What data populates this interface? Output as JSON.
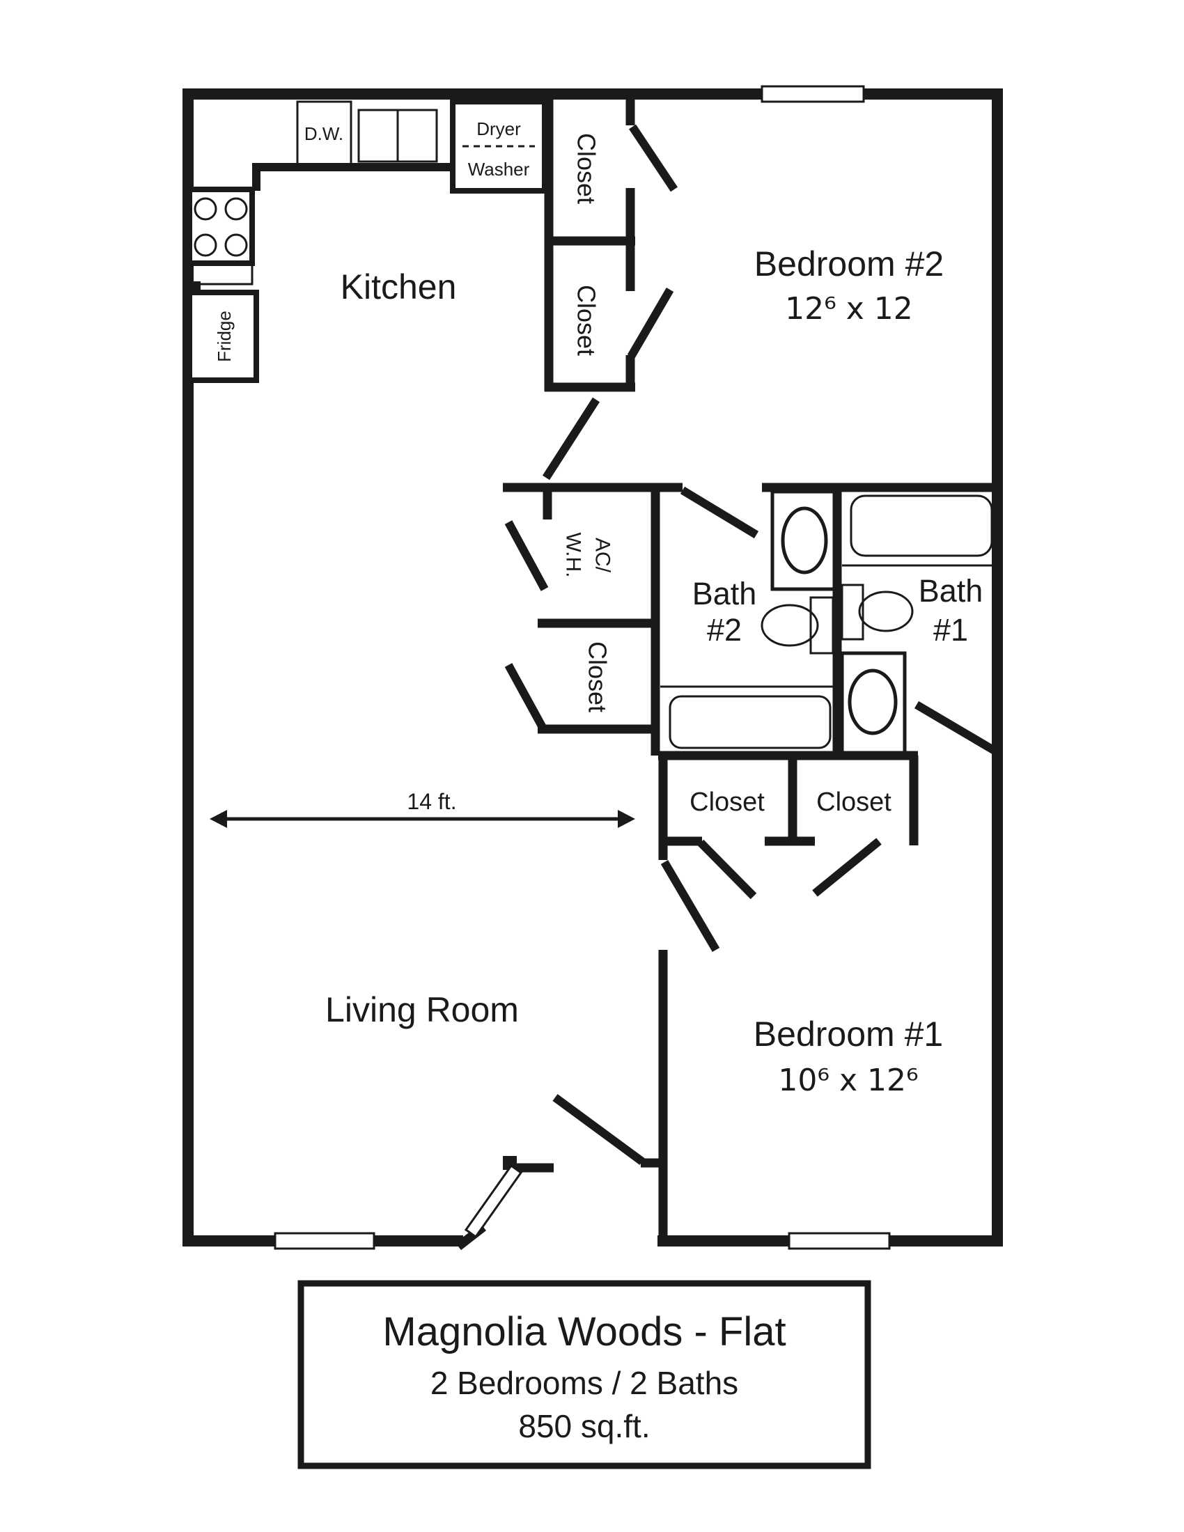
{
  "colors": {
    "background": "#ffffff",
    "ink": "#1a1a1a"
  },
  "rooms": {
    "kitchen": {
      "label": "Kitchen"
    },
    "living_room": {
      "label": "Living Room"
    },
    "bedroom_2": {
      "label": "Bedroom #2",
      "dimensions": "12⁶ x 12"
    },
    "bedroom_1": {
      "label": "Bedroom #1",
      "dimensions": "10⁶ x 12⁶"
    },
    "bath_2": {
      "line1": "Bath",
      "line2": "#2"
    },
    "bath_1": {
      "line1": "Bath",
      "line2": "#1"
    }
  },
  "labels": {
    "closet": "Closet",
    "dishwasher": "D.W.",
    "dryer": "Dryer",
    "washer": "Washer",
    "fridge": "Fridge",
    "ac_water_heater_line1": "AC/",
    "ac_water_heater_line2": "W.H."
  },
  "dimension": {
    "living_room_width": "14 ft."
  },
  "title_block": {
    "name": "Magnolia Woods - Flat",
    "configuration": "2 Bedrooms / 2 Baths",
    "area": "850 sq.ft."
  }
}
